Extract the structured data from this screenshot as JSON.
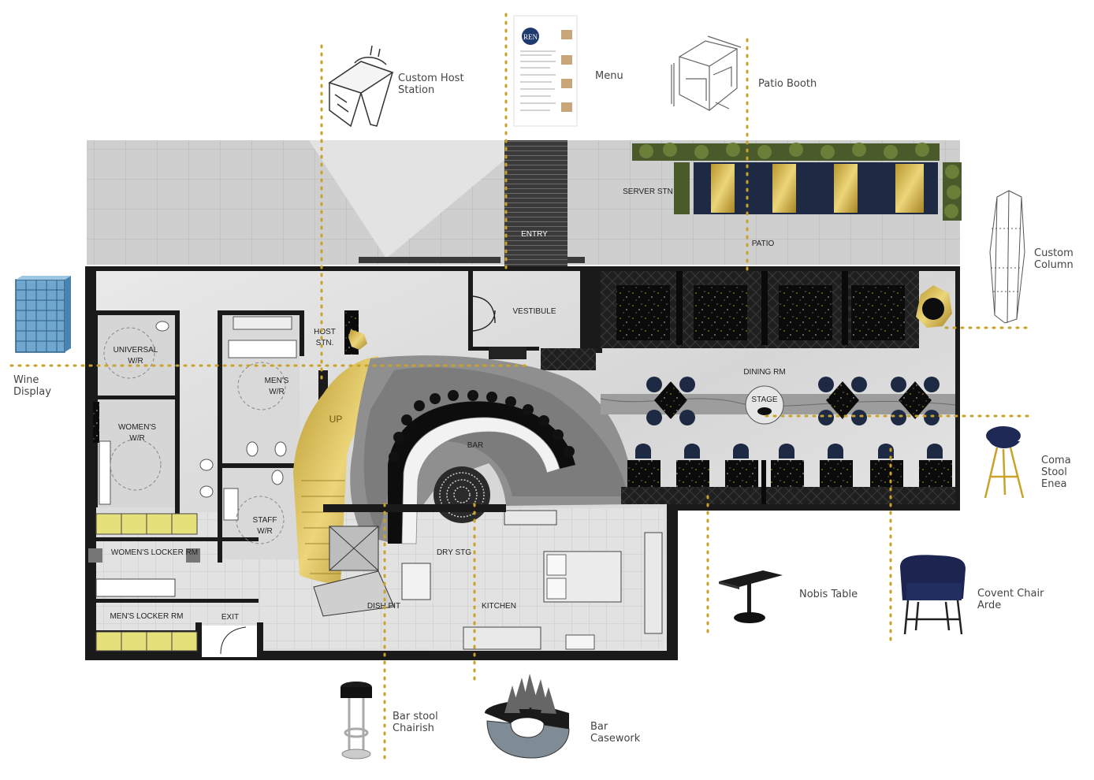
{
  "callouts": {
    "host_station": "Custom Host\nStation",
    "menu": "Menu",
    "patio_booth": "Patio Booth",
    "custom_column": "Custom\nColumn",
    "wine_display": "Wine\nDisplay",
    "coma_stool": "Coma\nStool\nEnea",
    "nobis_table": "Nobis Table",
    "covent_chair": "Covent Chair\nArde",
    "bar_stool": "Bar stool\nChairish",
    "bar_casework": "Bar\nCasework"
  },
  "menu_card": {
    "logo": "REN"
  },
  "rooms": {
    "server_stn": "SERVER STN",
    "patio": "PATIO",
    "entry": "ENTRY",
    "vestibule": "VESTIBULE",
    "host_stn_1": "HOST",
    "host_stn_2": "STN.",
    "universal_wr_1": "UNIVERSAL",
    "universal_wr_2": "W/R",
    "mens_wr_1": "MEN'S",
    "mens_wr_2": "W/R",
    "womens_wr_1": "WOMEN'S",
    "womens_wr_2": "W/R",
    "staff_wr_1": "STAFF",
    "staff_wr_2": "W/R",
    "up": "UP",
    "bar": "BAR",
    "dining_rm": "DINING RM",
    "stage": "STAGE",
    "womens_locker": "WOMEN'S LOCKER RM",
    "mens_locker": "MEN'S LOCKER RM",
    "exit": "EXIT",
    "dry_stg": "DRY STG",
    "dish_pit": "DISH PIT",
    "kitchen": "KITCHEN"
  },
  "colors": {
    "leader_gold": "#c9a227",
    "brass": "#d4b84a",
    "navy": "#1e2a44",
    "wall": "#1a1a1a",
    "marble": "#dedede",
    "tile": "#cfcfcf",
    "granite": "#0d0d0d"
  }
}
